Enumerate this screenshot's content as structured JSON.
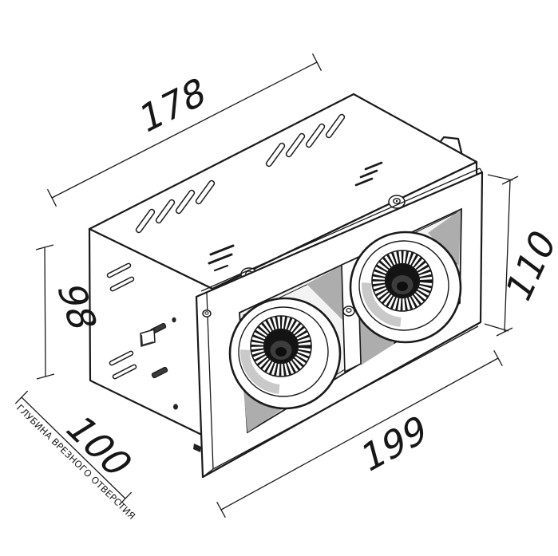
{
  "dimensions": {
    "top_width": "178",
    "front_width": "199",
    "body_height": "98",
    "frame_height": "110",
    "recess_depth": "100",
    "recess_depth_label": "ГЛУБИНА ВРЕЗНОГО ОТВЕРСТИЯ"
  },
  "colors": {
    "line": "#1a1a1a",
    "background": "#ffffff",
    "recess_fill": "#f3f3f3",
    "shadow_gray": "#adadad",
    "crescent_gray": "#c9c9c9",
    "cavity_dark": "#141414"
  }
}
